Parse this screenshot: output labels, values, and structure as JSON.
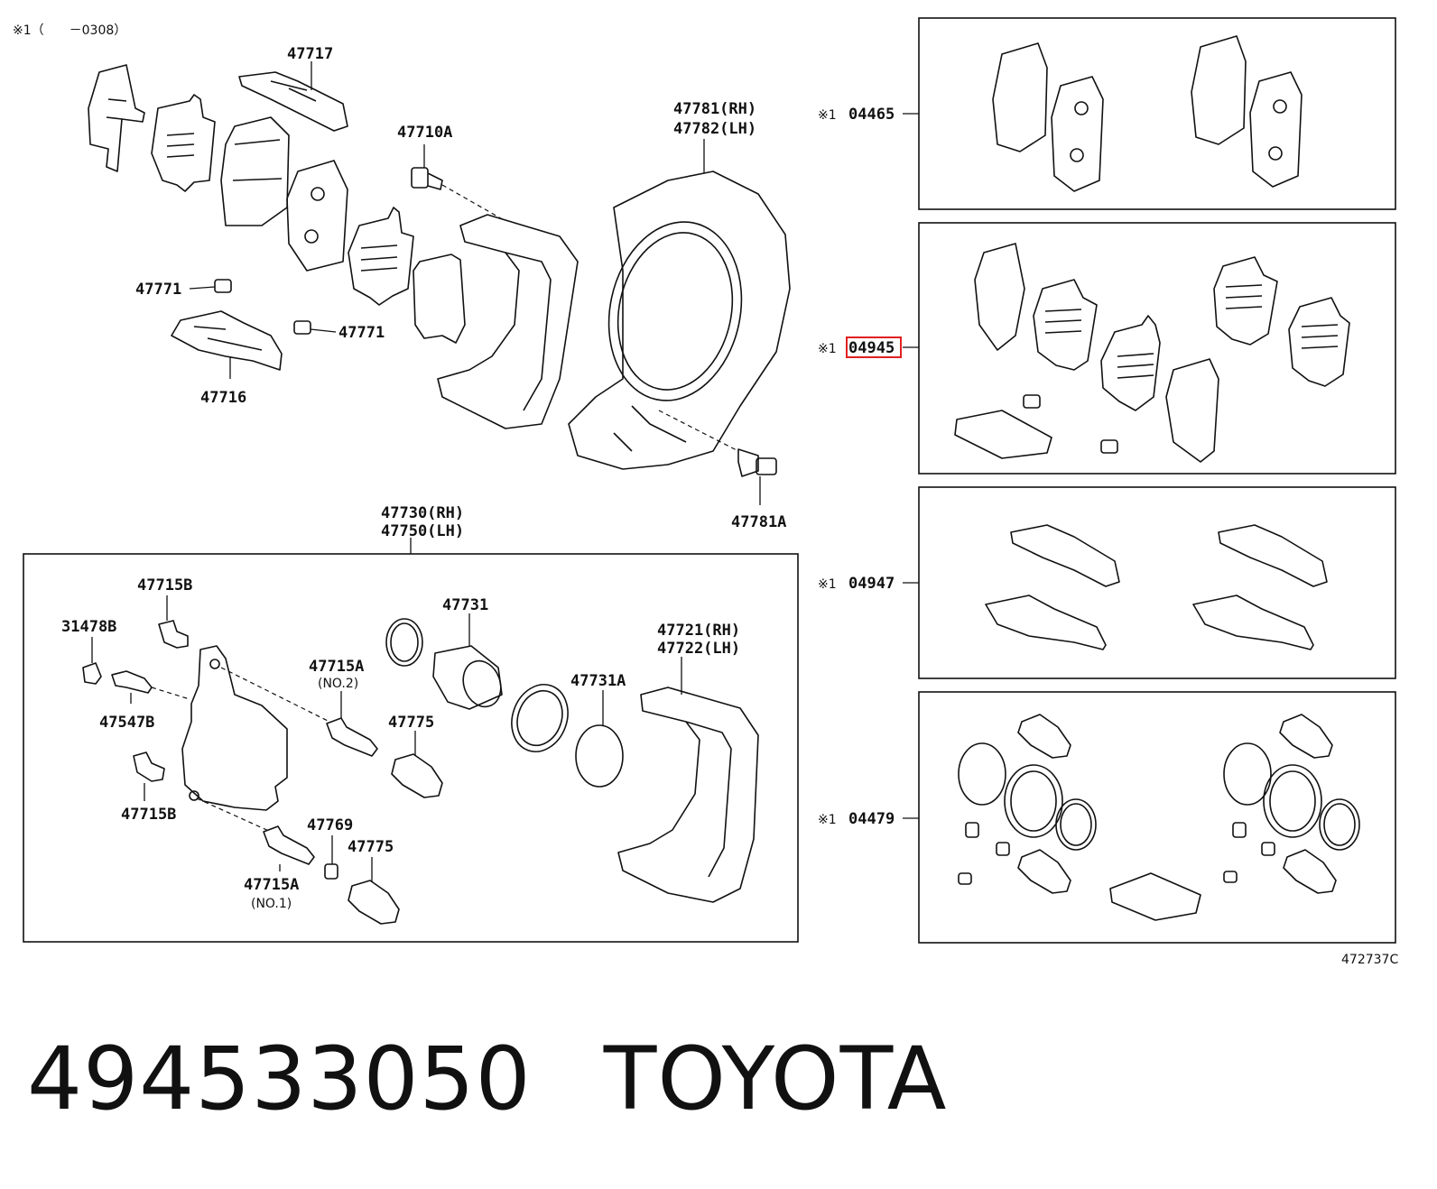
{
  "header_note": "※1（　　－0308）",
  "figure_code": "472737C",
  "footer": {
    "part_number": "494533050",
    "brand": "TOYOTA"
  },
  "labels": {
    "p47717": "47717",
    "p47710A": "47710A",
    "p47781rh": "47781(RH)",
    "p47782lh": "47782(LH)",
    "p47771a": "47771",
    "p47771b": "47771",
    "p47716": "47716",
    "p47781A": "47781A",
    "p47730rh": "47730(RH)",
    "p47750lh": "47750(LH)",
    "p47715B_top": "47715B",
    "p31478B": "31478B",
    "p47731": "47731",
    "p47721rh": "47721(RH)",
    "p47722lh": "47722(LH)",
    "p47715A_no2": "47715A",
    "no2": "(NO.2)",
    "p47547B": "47547B",
    "p47775a": "47775",
    "p47731A": "47731A",
    "p47715B_bot": "47715B",
    "p47769": "47769",
    "p47775b": "47775",
    "p47715A_no1": "47715A",
    "no1": "(NO.1)"
  },
  "kits": [
    {
      "mark": "※1",
      "code": "04465"
    },
    {
      "mark": "※1",
      "code": "04945",
      "highlighted": true
    },
    {
      "mark": "※1",
      "code": "04947"
    },
    {
      "mark": "※1",
      "code": "04479"
    }
  ]
}
